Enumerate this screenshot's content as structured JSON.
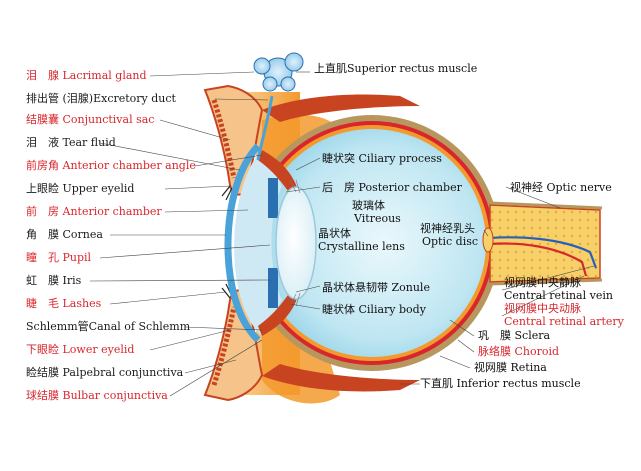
{
  "colors": {
    "red_label": "#d8262c",
    "black_label": "#1a1a1a",
    "sclera": "#b8975f",
    "vitreous": "#bfe6f2",
    "orange_tissue": "#f3a23a",
    "lid_tissue": "#f6c48a",
    "muscle": "#c8431f",
    "optic_nerve": "#f7d06a",
    "cornea": "#4aa3d8"
  },
  "left_labels": [
    {
      "text": "泪　腺 Lacrimal gland",
      "color": "red"
    },
    {
      "text": "排出管 (泪腺)Excretory duct",
      "color": "black"
    },
    {
      "text": "结膜囊 Conjunctival sac",
      "color": "red"
    },
    {
      "text": "泪　液 Tear fluid",
      "color": "black"
    },
    {
      "text": "前房角 Anterior chamber angle",
      "color": "red"
    },
    {
      "text": "上眼睑 Upper eyelid",
      "color": "black"
    },
    {
      "text": "前　房 Anterior chamber",
      "color": "red"
    },
    {
      "text": "角　膜 Cornea",
      "color": "black"
    },
    {
      "text": "瞳　孔 Pupil",
      "color": "red"
    },
    {
      "text": "虹　膜 Iris",
      "color": "black"
    },
    {
      "text": "睫　毛 Lashes",
      "color": "red"
    },
    {
      "text": "Schlemm管Canal of Schlemm",
      "color": "black"
    },
    {
      "text": "下眼睑 Lower eyelid",
      "color": "red"
    },
    {
      "text": "睑结膜 Palpebral conjunctiva",
      "color": "black"
    },
    {
      "text": "球结膜 Bulbar conjunctiva",
      "color": "red"
    }
  ],
  "top_label": "上直肌Superior rectus muscle",
  "inner_labels": {
    "ciliary_process": "睫状突 Ciliary process",
    "posterior_chamber": "后　房 Posterior chamber",
    "vitreous_cn": "玻璃体",
    "vitreous_en": "Vitreous",
    "lens_cn": "晶状体",
    "lens_en": "Crystalline lens",
    "optic_disc_cn": "视神经乳头",
    "optic_disc_en": "Optic disc",
    "zonule": "晶状体悬韧带 Zonule",
    "ciliary_body": "睫状体 Ciliary body"
  },
  "right_labels": {
    "optic_nerve": "视神经 Optic nerve",
    "vein_cn": "视网膜中央静脉",
    "vein_en": "Central retinal vein",
    "artery_cn": "视网膜中央动脉",
    "artery_en": "Central retinal artery",
    "sclera": "巩　膜 Sclera",
    "choroid": "脉络膜 Choroid",
    "retina": "视网膜 Retina",
    "inferior_rectus": "下直肌 Inferior rectus muscle"
  }
}
